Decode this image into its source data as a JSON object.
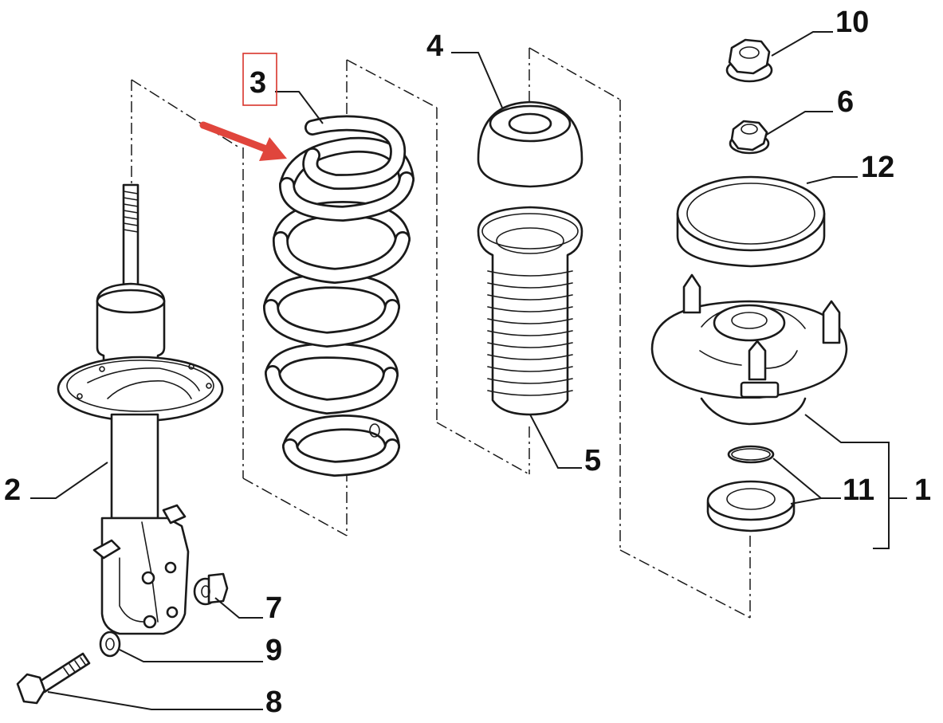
{
  "callouts": {
    "c1": "1",
    "c2": "2",
    "c3": "3",
    "c4": "4",
    "c5": "5",
    "c6": "6",
    "c7": "7",
    "c8": "8",
    "c9": "9",
    "c10": "10",
    "c11": "11",
    "c12": "12"
  },
  "highlight": {
    "selected_callout": "3",
    "box_color": "#d9342b",
    "arrow_color": "#e0453c"
  }
}
